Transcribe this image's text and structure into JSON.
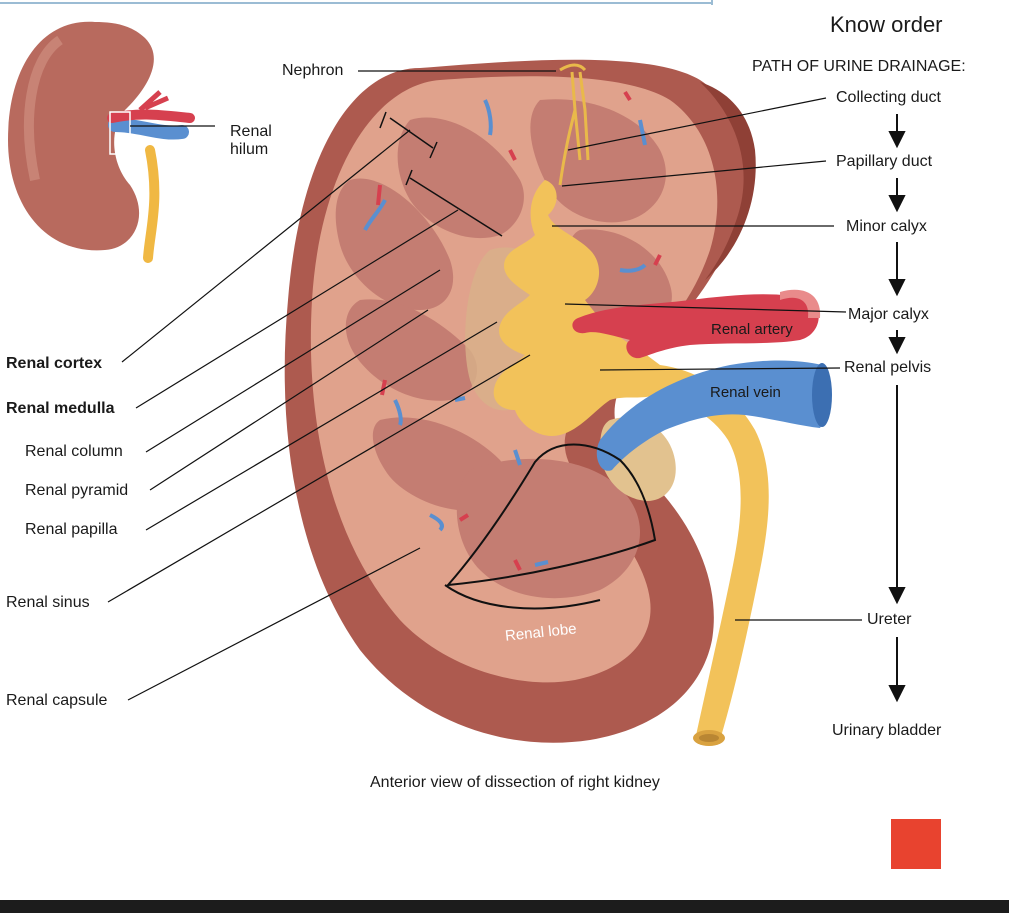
{
  "header": {
    "note": "Know order",
    "path_title": "PATH OF URINE DRAINAGE:"
  },
  "labels": {
    "nephron": "Nephron",
    "hilum": "Renal\nhilum",
    "cortex": "Renal cortex",
    "medulla": "Renal medulla",
    "column": "Renal column",
    "pyramid": "Renal pyramid",
    "papilla": "Renal papilla",
    "sinus": "Renal sinus",
    "capsule": "Renal capsule",
    "artery": "Renal artery",
    "vein": "Renal vein",
    "lobe": "Renal lobe"
  },
  "path": [
    "Collecting duct",
    "Papillary duct",
    "Minor calyx",
    "Major calyx",
    "Renal pelvis",
    "Ureter",
    "Urinary bladder"
  ],
  "caption": "Anterior view of dissection of right kidney",
  "colors": {
    "kidney": "#b5655a",
    "cortex": "#e2a58f",
    "pyramid": "#c47d72",
    "pelvis": "#f2c25a",
    "artery": "#d6404f",
    "vein": "#5a8fd0",
    "accent_square": "#e8432f",
    "bottom_bar": "#1c1c1c"
  }
}
